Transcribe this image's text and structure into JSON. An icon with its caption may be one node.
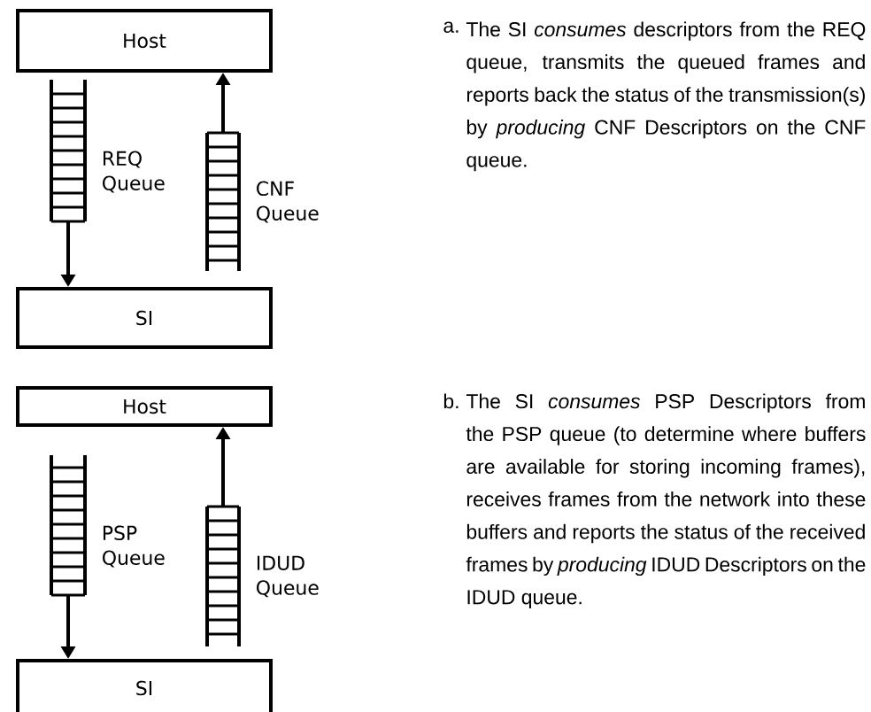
{
  "diagram": {
    "nodes": [
      {
        "text": [
          "Host"
        ]
      },
      {
        "text": [
          "SI"
        ]
      },
      {
        "text": [],
        "shape": "queue",
        "beside": [
          "REQ Queue"
        ]
      },
      {
        "text": [],
        "shape": "queue",
        "beside": [
          "CNF Queue"
        ]
      },
      {
        "text": [
          "Host"
        ]
      },
      {
        "text": [
          "SI"
        ]
      },
      {
        "text": [],
        "shape": "queue",
        "beside": [
          "PSP Queue"
        ]
      },
      {
        "text": [],
        "shape": "queue",
        "beside": [
          "IDUD Queue"
        ]
      }
    ],
    "edges": [
      {
        "from": 2,
        "to": 1,
        "arrow": "to"
      },
      {
        "from": 3,
        "to": 0,
        "arrow": "to"
      },
      {
        "from": 6,
        "to": 5,
        "arrow": "to"
      },
      {
        "from": 7,
        "to": 4,
        "arrow": "to"
      }
    ],
    "labels": [
      "a.",
      "The SI *consumes* descriptors from the REQ queue, transmits the queued frames and reports back the status of the transmission(s) by *producing* CNF Descriptors on the CNF queue.",
      "b.",
      "The SI *consumes* PSP Descriptors from the PSP queue (to determine where buffers are available for storing incoming frames), receives frames from the network into these buffers and reports the status of the received frames by *producing* IDUD Descriptors on the IDUD queue."
    ]
  }
}
